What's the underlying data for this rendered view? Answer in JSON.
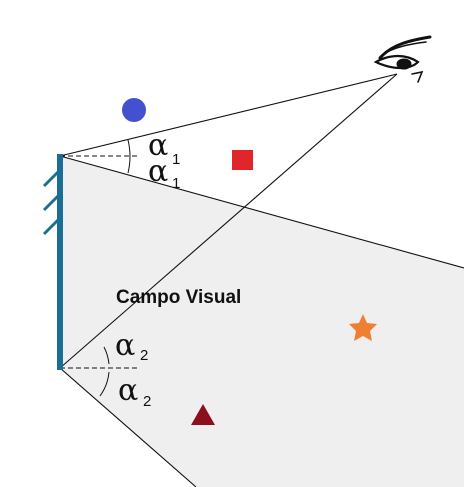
{
  "diagram": {
    "visual_field_label": "Campo Visual",
    "angle_symbol": "α",
    "angle_top_subscript": "1",
    "angle_bottom_subscript": "2"
  },
  "colors": {
    "mirror": "#1a6e96",
    "field_fill": "#efefef",
    "circle": "#4350cf",
    "square": "#e0262a",
    "star": "#f07f32",
    "triangle": "#8b0f1c",
    "line": "#111111"
  },
  "icons": {
    "observer": "eye-icon",
    "object_1": "circle-shape",
    "object_2": "square-shape",
    "object_3": "star-shape",
    "object_4": "triangle-shape"
  }
}
